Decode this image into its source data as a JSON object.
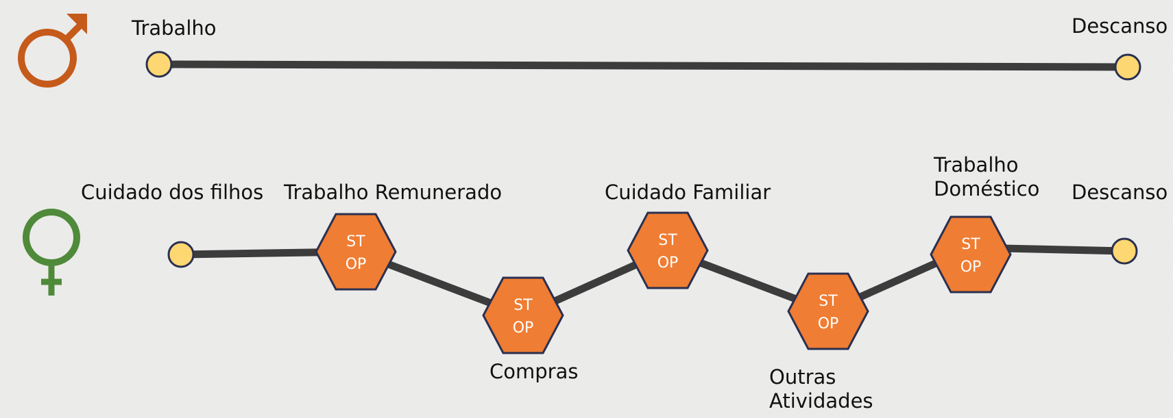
{
  "colors": {
    "background": "#ededec",
    "line": "#3c3c3c",
    "endpoint_fill": "#fdd771",
    "endpoint_stroke": "#2a3050",
    "hex_fill": "#ef7d33",
    "hex_stroke": "#2a3050",
    "male_symbol": "#c55a1b",
    "female_symbol": "#4f8a3a"
  },
  "male": {
    "icon": "male-symbol-icon",
    "start_label": "Trabalho",
    "end_label": "Descanso"
  },
  "female": {
    "icon": "female-symbol-icon",
    "start_label": "Cuidado dos filhos",
    "end_label": "Descanso",
    "stops": [
      {
        "label": "Trabalho Remunerado",
        "line1": "ST",
        "line2": "OP"
      },
      {
        "label": "Compras",
        "line1": "ST",
        "line2": "OP"
      },
      {
        "label": "Cuidado Familiar",
        "line1": "ST",
        "line2": "OP"
      },
      {
        "label": "Outras Atividades",
        "line1": "ST",
        "line2": "OP"
      },
      {
        "label": "Trabalho Doméstico",
        "line1": "ST",
        "line2": "OP"
      }
    ]
  }
}
